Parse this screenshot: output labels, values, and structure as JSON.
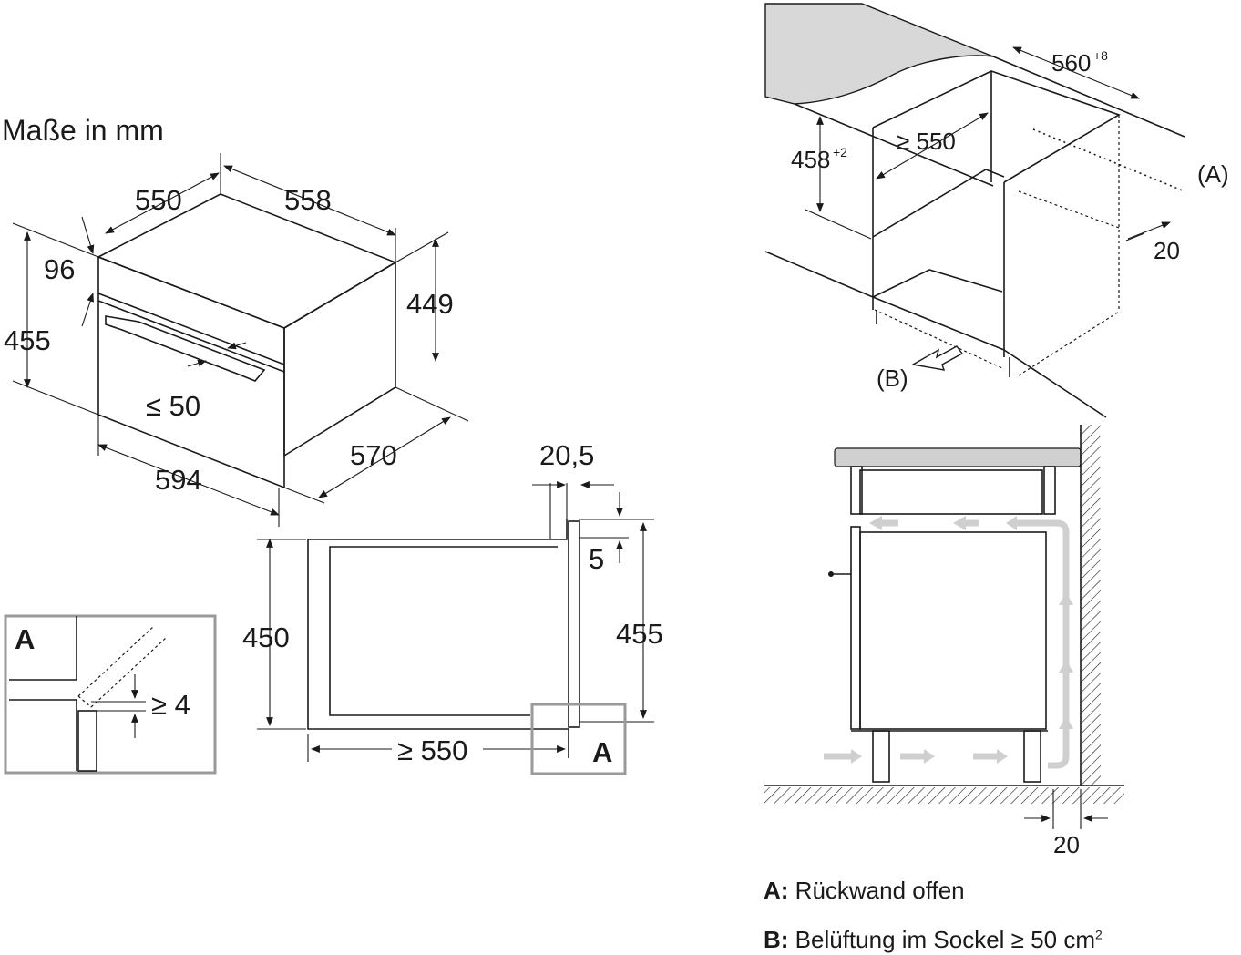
{
  "title": "Maße in mm",
  "oven_dims": {
    "depth_front": "550",
    "depth_total": "558",
    "panel_height": "96",
    "body_height": "449",
    "total_height": "455",
    "handle_gap": "≤ 50",
    "width": "594",
    "depth_body": "570"
  },
  "niche_side": {
    "top_offset": "20,5",
    "step": "5",
    "niche_height": "450",
    "device_height": "455",
    "niche_depth": "≥ 550",
    "detail_ref": "A"
  },
  "detail_a": {
    "label": "A",
    "gap": "≥ 4"
  },
  "cabinet_3d": {
    "width": "560",
    "width_tol": "+8",
    "height": "458",
    "height_tol": "+2",
    "depth": "≥ 550",
    "gap": "20",
    "label_a": "(A)",
    "label_b": "(B)"
  },
  "section": {
    "wall_gap": "20"
  },
  "legend": [
    {
      "key": "A:",
      "text": "Rückwand offen"
    },
    {
      "key": "B:",
      "text": "Belüftung im Sockel ≥ 50 cm",
      "sup": "2"
    }
  ],
  "colors": {
    "line": "#1a1a1a",
    "airflow": "#cfcfcf",
    "detail_frame": "#9a9a9a",
    "countertop": "#d8d8d8"
  }
}
